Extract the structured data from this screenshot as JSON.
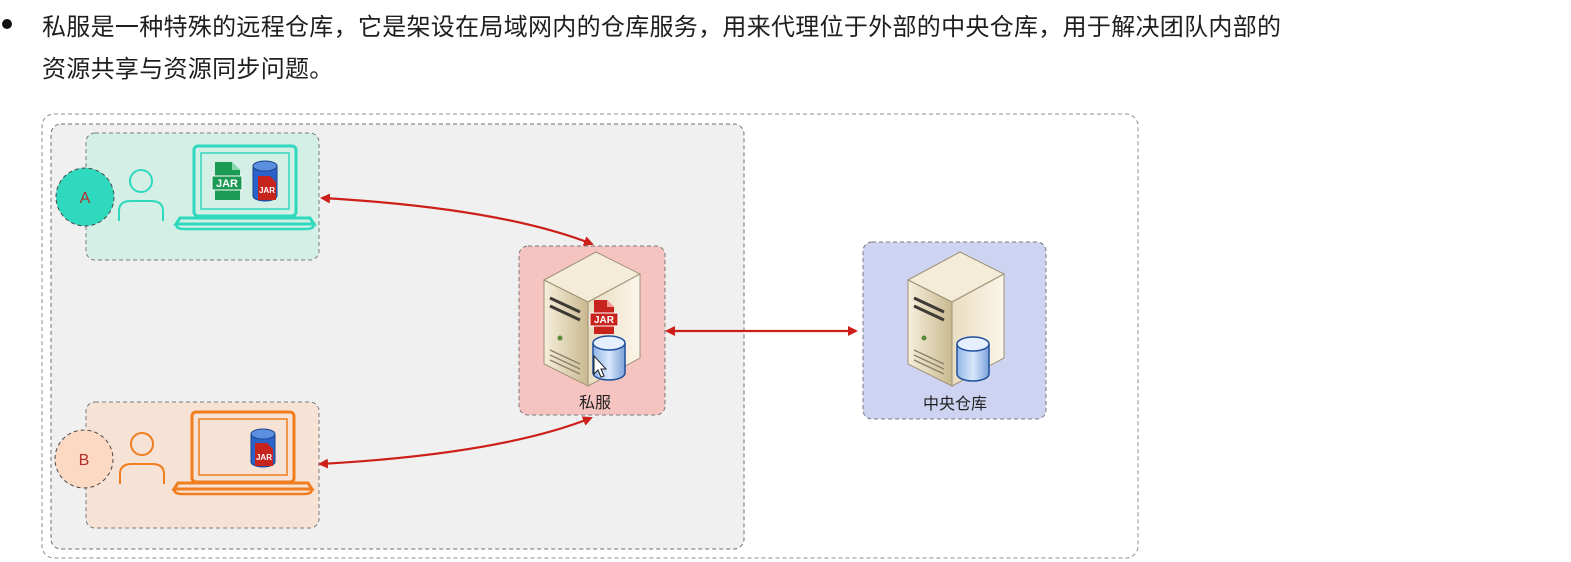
{
  "text": {
    "line1": "私服是一种特殊的远程仓库，它是架设在局域网内的仓库服务，用来代理位于外部的中央仓库，用于解决团队内部的",
    "line2": "资源共享与资源同步问题。"
  },
  "diagram": {
    "user_a_label": "A",
    "user_b_label": "B",
    "private_server_label": "私服",
    "central_repo_label": "中央仓库",
    "jar_label": "JAR"
  },
  "colors": {
    "arrow": "#cc1f1a",
    "group_a_fill": "#d4efe5",
    "group_a_accent": "#2ed9bd",
    "group_b_fill": "#f6e3d6",
    "group_b_accent": "#f07d1e",
    "private_fill": "#f5c4c0",
    "central_fill": "#cdd3f0",
    "lan_fill": "#f0f0f0",
    "jar_green": "#1a9a52",
    "jar_red": "#c8241e",
    "db_blue": "#2a63c9"
  }
}
